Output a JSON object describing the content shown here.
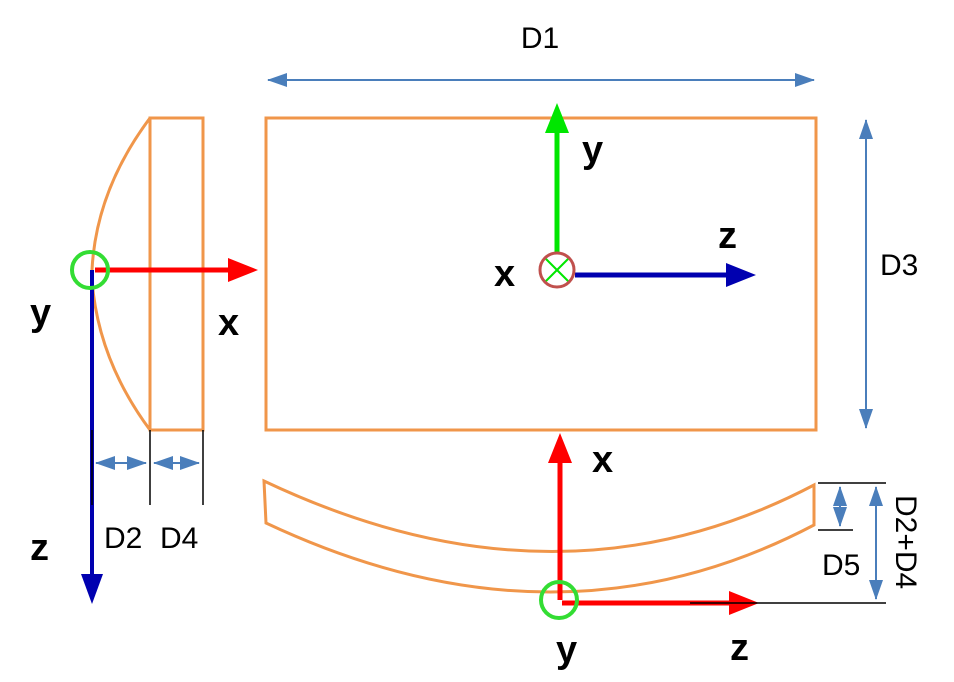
{
  "colors": {
    "outline": "#F0964A",
    "dimension": "#4A7EBB",
    "x_axis": "#FF0000",
    "y_axis": "#00E600",
    "z_axis": "#0000B0",
    "origin_circle": "#33DD33",
    "into_page": "#C0504D",
    "text": "#000000"
  },
  "dimensions": {
    "d1": "D1",
    "d2": "D2",
    "d3": "D3",
    "d4": "D4",
    "d5": "D5",
    "d2_plus_d4": "D2+D4"
  },
  "views": {
    "top": {
      "y": "y",
      "z": "z",
      "x": "x"
    },
    "side": {
      "y": "y",
      "x": "x",
      "z": "z"
    },
    "bottom": {
      "x": "x",
      "y": "y",
      "z": "z"
    }
  }
}
